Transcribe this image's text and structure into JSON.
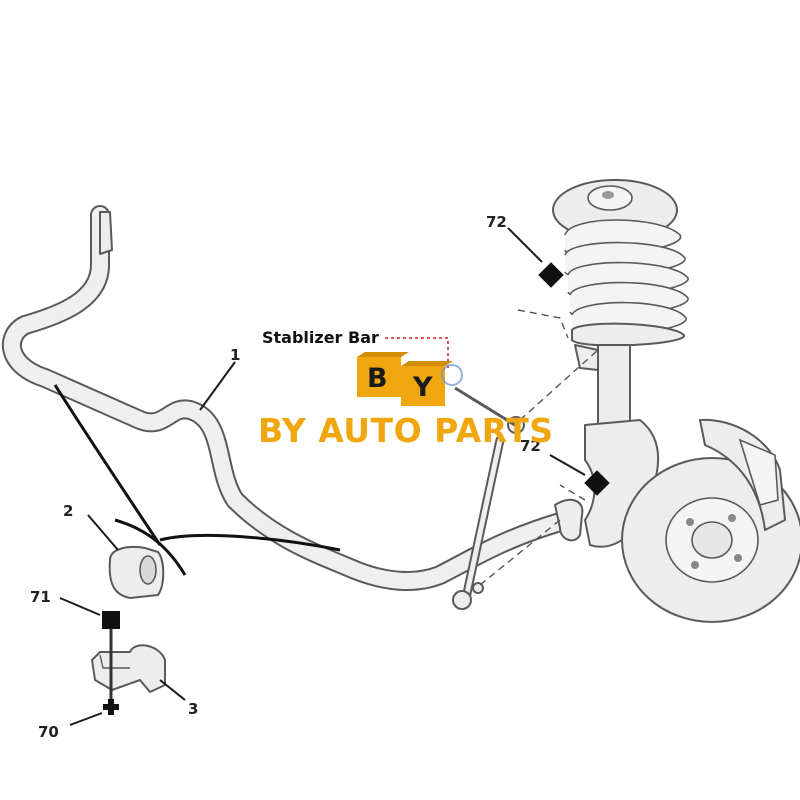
{
  "title": "Stablizer Bar",
  "brand": {
    "logo_letter_1": "B",
    "logo_letter_2": "Y",
    "name": "BY AUTO PARTS",
    "color": "#f0a70f"
  },
  "callouts": [
    {
      "id": "1",
      "label": "1"
    },
    {
      "id": "2",
      "label": "2"
    },
    {
      "id": "3",
      "label": "3"
    },
    {
      "id": "70",
      "label": "70"
    },
    {
      "id": "71",
      "label": "71"
    },
    {
      "id": "72a",
      "label": "72"
    },
    {
      "id": "72b",
      "label": "72"
    }
  ],
  "symbols": {
    "square": "square-marker-icon",
    "diamond": "diamond-marker-icon",
    "cross": "cross-marker-icon"
  }
}
